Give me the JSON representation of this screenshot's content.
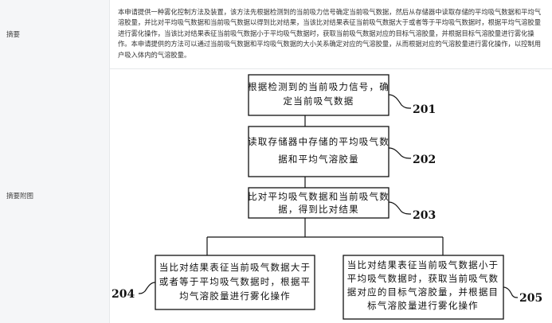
{
  "abstract": {
    "label": "摘要",
    "text": "本申请提供一种雾化控制方法及装置，该方法先根据检测到的当前吸力信号确定当前吸气数据，然后从存储器中读取存储的平均吸气数据和平均气溶胶量，并比对平均吸气数据和当前吸气数据以得到比对结果，当该比对结果表征当前吸气数据大于或者等于平均吸气数据时，根据平均气溶胶量进行雾化操作，当该比对结果表征当前吸气数据小于平均吸气数据时，获取当前吸气数据对应的目标气溶胶量，并根据目标气溶胶量进行雾化操作。本申请提供的方法可以通过当前吸气数据和平均吸气数据的大小关系确定对应的气溶胶量，从而根据对应的气溶胶量进行雾化操作，以控制用户吸入体内的气溶胶量。"
  },
  "figure": {
    "label": "摘要附图",
    "steps": [
      {
        "id": "201",
        "lines": [
          "根据检测到的当前吸力信号，确",
          "定当前吸气数据"
        ]
      },
      {
        "id": "202",
        "lines": [
          "读取存储器中存储的平均吸气数",
          "据和平均气溶胶量"
        ]
      },
      {
        "id": "203",
        "lines": [
          "比对平均吸气数据和当前吸气数",
          "据，得到比对结果"
        ]
      },
      {
        "id": "204",
        "lines": [
          "当比对结果表征当前吸气数据大于",
          "或者等于平均吸气数据时，根据平",
          "均气溶胶量进行雾化操作"
        ]
      },
      {
        "id": "205",
        "lines": [
          "当比对结果表征当前吸气数据小于",
          "平均吸气数据时，获取当前吸气数",
          "据对应的目标气溶胶量，并根据目",
          "标气溶胶量进行雾化操作"
        ]
      }
    ]
  }
}
